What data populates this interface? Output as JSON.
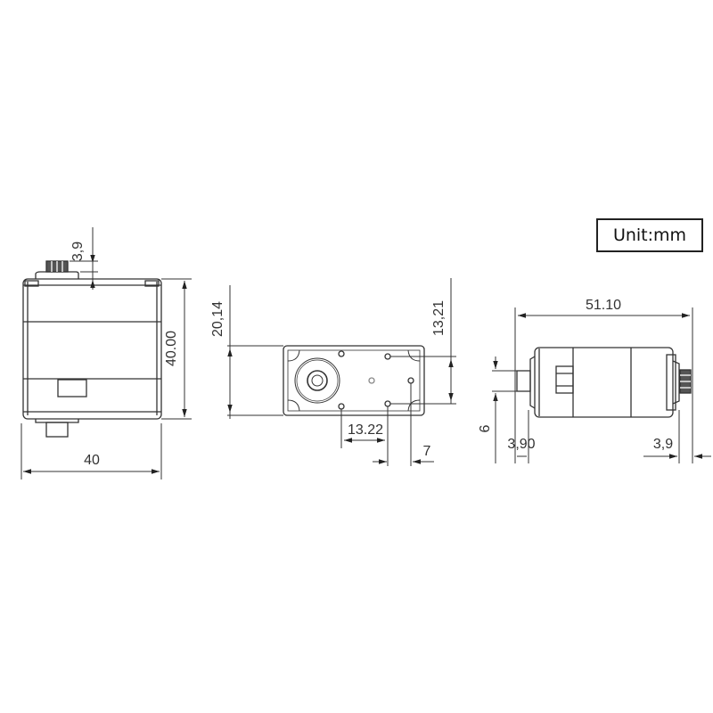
{
  "unit_label": "Unit:mm",
  "front_view": {
    "width_label": "40",
    "height_label": "40.00",
    "gear_height_label": "3,9"
  },
  "top_view": {
    "height_label": "20,14",
    "hole_spacing_vertical_label": "13,21",
    "hole_spacing_horizontal_label": "13.22",
    "edge_offset_label": "7"
  },
  "side_view": {
    "length_label": "51.10",
    "shaft_height_label": "6",
    "shaft_length_label": "3,90",
    "gear_length_label": "3,9"
  },
  "colors": {
    "line": "#333333",
    "fill_gear": "#555555",
    "background": "#ffffff"
  }
}
